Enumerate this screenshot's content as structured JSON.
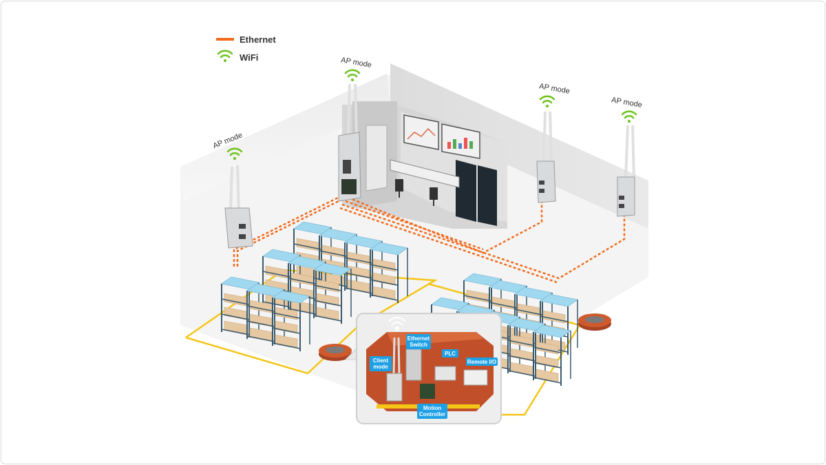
{
  "legend": {
    "ethernet_label": "Ethernet",
    "wifi_label": "WiFi",
    "ethernet_color": "#f26b1d",
    "wifi_color": "#6bc31b"
  },
  "access_points": [
    {
      "label": "AP mode"
    },
    {
      "label": "AP mode"
    },
    {
      "label": "AP mode"
    },
    {
      "label": "AP mode"
    }
  ],
  "callout": {
    "labels": {
      "client_mode_1": "Client",
      "client_mode_2": "mode",
      "ethernet_switch_1": "Ethernet",
      "ethernet_switch_2": "Switch",
      "plc": "PLC",
      "remote_io": "Remote I/O",
      "motion_controller_1": "Motion",
      "motion_controller_2": "Controller"
    },
    "label_bg": "#1ea0e6"
  },
  "colors": {
    "agv_path": "#f5c518",
    "shelf_top": "#9fd8ef",
    "shelf_frame": "#3a5a6e",
    "box": "#e6c9a3",
    "agv": "#c8552a"
  }
}
